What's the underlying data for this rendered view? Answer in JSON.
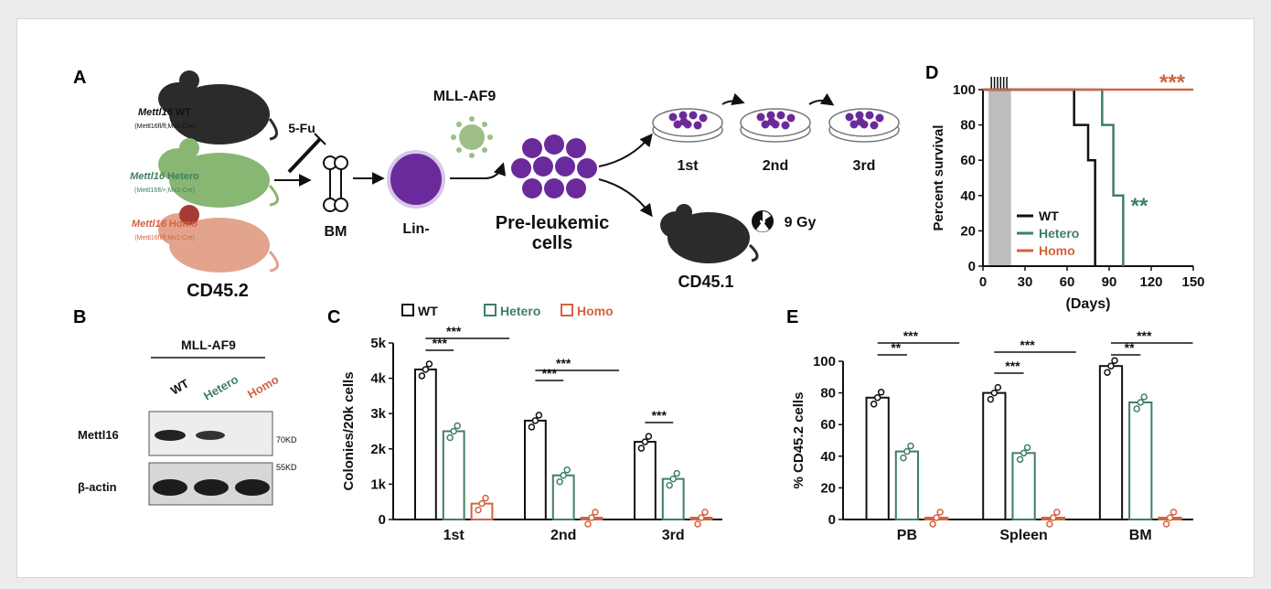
{
  "colors": {
    "wt": "#111111",
    "hetero": "#3f7f63",
    "homo": "#d4623f",
    "cell": "#6a2a9c",
    "virus": "#9dbf86",
    "gray": "#bdbdbd",
    "mouse_wt": "#2b2b2b",
    "mouse_het": "#88b673",
    "mouse_homo": "#e2a48d"
  },
  "panels": {
    "a": "A",
    "b": "B",
    "c": "C",
    "d": "D",
    "e": "E"
  },
  "panelA": {
    "mouse_wt_name": "Mettl16",
    "mouse_wt_suffix": " WT",
    "mouse_wt_geno": "(Mettl16fl/fl;Mx1-Cre)",
    "mouse_het_name": "Mettl16",
    "mouse_het_suffix": " Hetero",
    "mouse_het_geno": "(Mettl16fl/+;Mx1-Cre)",
    "mouse_homo_name": "Mettl16",
    "mouse_homo_suffix": " Homo",
    "mouse_homo_geno": "(Mettl16fl/fl;Mx1-Cre)",
    "donor": "CD45.2",
    "drug": "5-Fu",
    "bm": "BM",
    "lin": "Lin-",
    "virus": "MLL-AF9",
    "cells1": "Pre-leukemic",
    "cells2": "cells",
    "plate1": "1st",
    "plate2": "2nd",
    "plate3": "3rd",
    "recipient": "CD45.1",
    "dose": "9 Gy"
  },
  "panelB": {
    "header": "MLL-AF9",
    "lanes": [
      "WT",
      "Hetero",
      "Homo"
    ],
    "rows": [
      "Mettl16",
      "β-actin"
    ],
    "mw": [
      "70KD",
      "55KD"
    ]
  },
  "chart_data": [
    {
      "id": "C",
      "type": "bar",
      "ylabel": "Colonies/20k cells",
      "categories": [
        "1st",
        "2nd",
        "3rd"
      ],
      "yticks": [
        "0",
        "1k",
        "2k",
        "3k",
        "4k",
        "5k"
      ],
      "ylim": [
        0,
        5000
      ],
      "legend": [
        "WT",
        "Hetero",
        "Homo"
      ],
      "series": [
        {
          "name": "WT",
          "values": [
            4250,
            2800,
            2200
          ]
        },
        {
          "name": "Hetero",
          "values": [
            2500,
            1250,
            1150
          ]
        },
        {
          "name": "Homo",
          "values": [
            450,
            0,
            0
          ]
        }
      ],
      "annotations": [
        "***",
        "***",
        "***",
        "***",
        "***"
      ]
    },
    {
      "id": "D",
      "type": "line",
      "ylabel": "Percent survival",
      "xlabel": "(Days)",
      "xlim": [
        0,
        150
      ],
      "ylim": [
        0,
        100
      ],
      "xticks": [
        "0",
        "30",
        "60",
        "90",
        "120",
        "150"
      ],
      "yticks": [
        "0",
        "20",
        "40",
        "60",
        "80",
        "100"
      ],
      "legend": [
        "WT",
        "Hetero",
        "Homo"
      ],
      "series": [
        {
          "name": "WT",
          "x": [
            0,
            65,
            65,
            75,
            75,
            80,
            80
          ],
          "y": [
            100,
            100,
            80,
            80,
            60,
            60,
            0
          ]
        },
        {
          "name": "Hetero",
          "x": [
            0,
            85,
            85,
            93,
            93,
            100,
            100
          ],
          "y": [
            100,
            100,
            80,
            80,
            40,
            40,
            0
          ]
        },
        {
          "name": "Homo",
          "x": [
            0,
            150
          ],
          "y": [
            100,
            100
          ]
        }
      ],
      "annotations": [
        "***",
        "**"
      ]
    },
    {
      "id": "E",
      "type": "bar",
      "ylabel": "% CD45.2 cells",
      "categories": [
        "PB",
        "Spleen",
        "BM"
      ],
      "yticks": [
        "0",
        "20",
        "40",
        "60",
        "80",
        "100"
      ],
      "ylim": [
        0,
        100
      ],
      "series": [
        {
          "name": "WT",
          "values": [
            77,
            80,
            97
          ]
        },
        {
          "name": "Hetero",
          "values": [
            43,
            42,
            74
          ]
        },
        {
          "name": "Homo",
          "values": [
            1,
            1,
            1
          ]
        }
      ],
      "annotations": [
        "**",
        "***",
        "***",
        "***",
        "**",
        "***"
      ]
    }
  ]
}
